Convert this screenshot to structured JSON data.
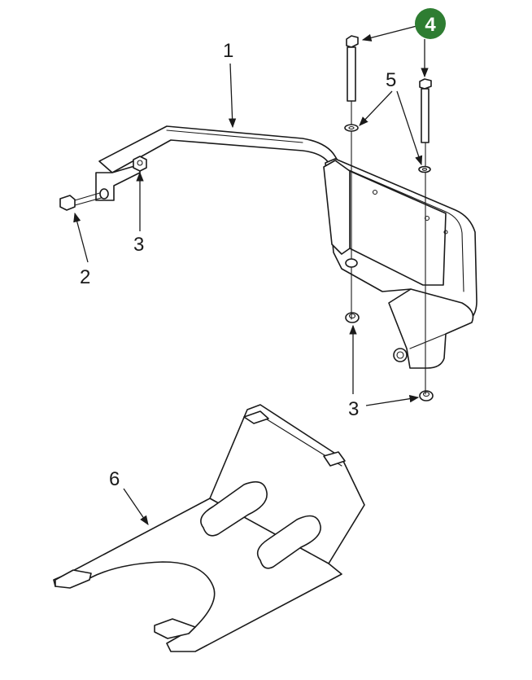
{
  "callouts": {
    "c1": "1",
    "c2": "2",
    "c3a": "3",
    "c3b": "3",
    "c4": "4",
    "c5": "5",
    "c6": "6"
  },
  "colors": {
    "badge": "#2e7d32",
    "line": "#1a1a1a"
  }
}
